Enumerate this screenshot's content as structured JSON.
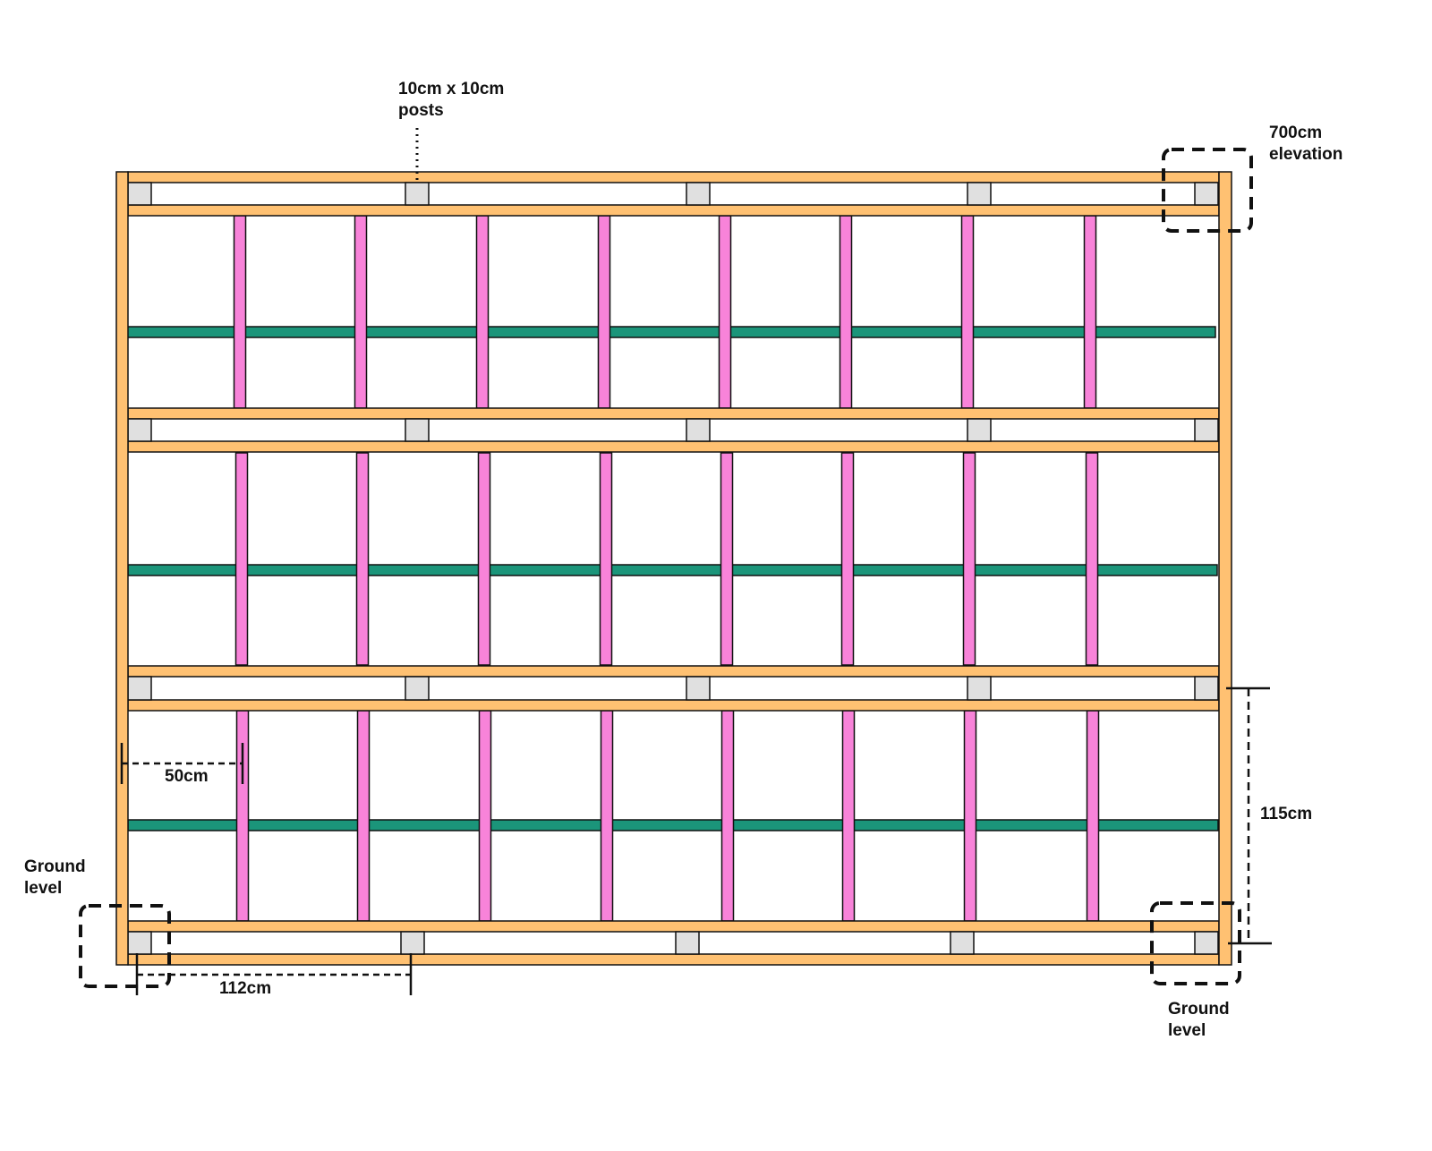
{
  "labels": {
    "posts_line1": "10cm x 10cm",
    "posts_line2": "posts",
    "elevation_line1": "700cm",
    "elevation_line2": "elevation",
    "ground_left_line1": "Ground",
    "ground_left_line2": "level",
    "ground_right_line1": "Ground",
    "ground_right_line2": "level",
    "dim_joist_spacing": "50cm",
    "dim_post_spacing": "112cm",
    "dim_row_spacing": "115cm"
  },
  "colors": {
    "beam": "#FFC172",
    "joist": "#F883D9",
    "brace": "#1B957A",
    "post": "#E0E0E0",
    "outline": "#111111"
  },
  "structure": {
    "rows": 4,
    "sections": 3,
    "joists_per_section": 8,
    "posts_per_row": 5
  }
}
